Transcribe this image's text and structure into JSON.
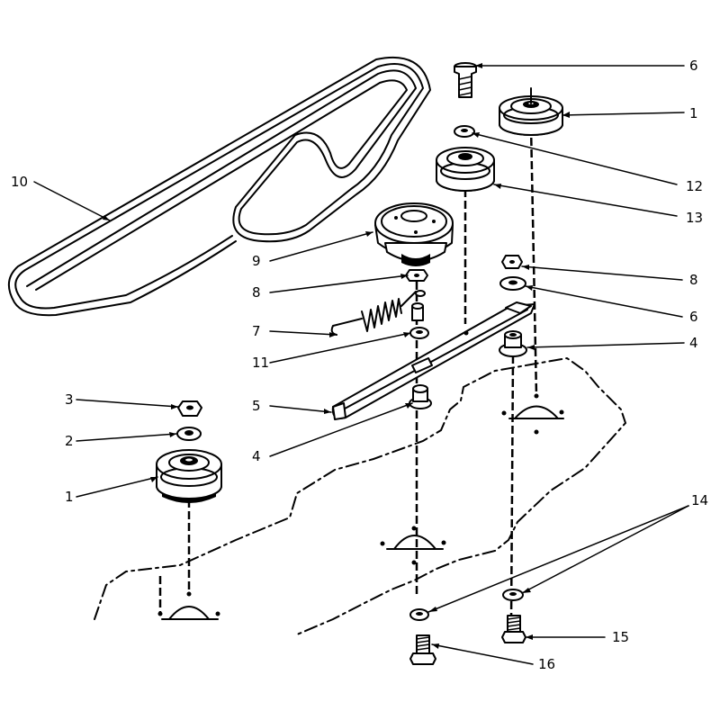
{
  "callouts": [
    {
      "id": "c1a",
      "text": "1"
    },
    {
      "id": "c1b",
      "text": "1"
    },
    {
      "id": "c2",
      "text": "2"
    },
    {
      "id": "c3",
      "text": "3"
    },
    {
      "id": "c4a",
      "text": "4"
    },
    {
      "id": "c4b",
      "text": "4"
    },
    {
      "id": "c5",
      "text": "5"
    },
    {
      "id": "c6a",
      "text": "6"
    },
    {
      "id": "c6b",
      "text": "6"
    },
    {
      "id": "c7",
      "text": "7"
    },
    {
      "id": "c8a",
      "text": "8"
    },
    {
      "id": "c8b",
      "text": "8"
    },
    {
      "id": "c9",
      "text": "9"
    },
    {
      "id": "c10",
      "text": "10"
    },
    {
      "id": "c11",
      "text": "11"
    },
    {
      "id": "c12",
      "text": "12"
    },
    {
      "id": "c13",
      "text": "13"
    },
    {
      "id": "c14",
      "text": "14"
    },
    {
      "id": "c15",
      "text": "15"
    },
    {
      "id": "c16",
      "text": "16"
    }
  ]
}
